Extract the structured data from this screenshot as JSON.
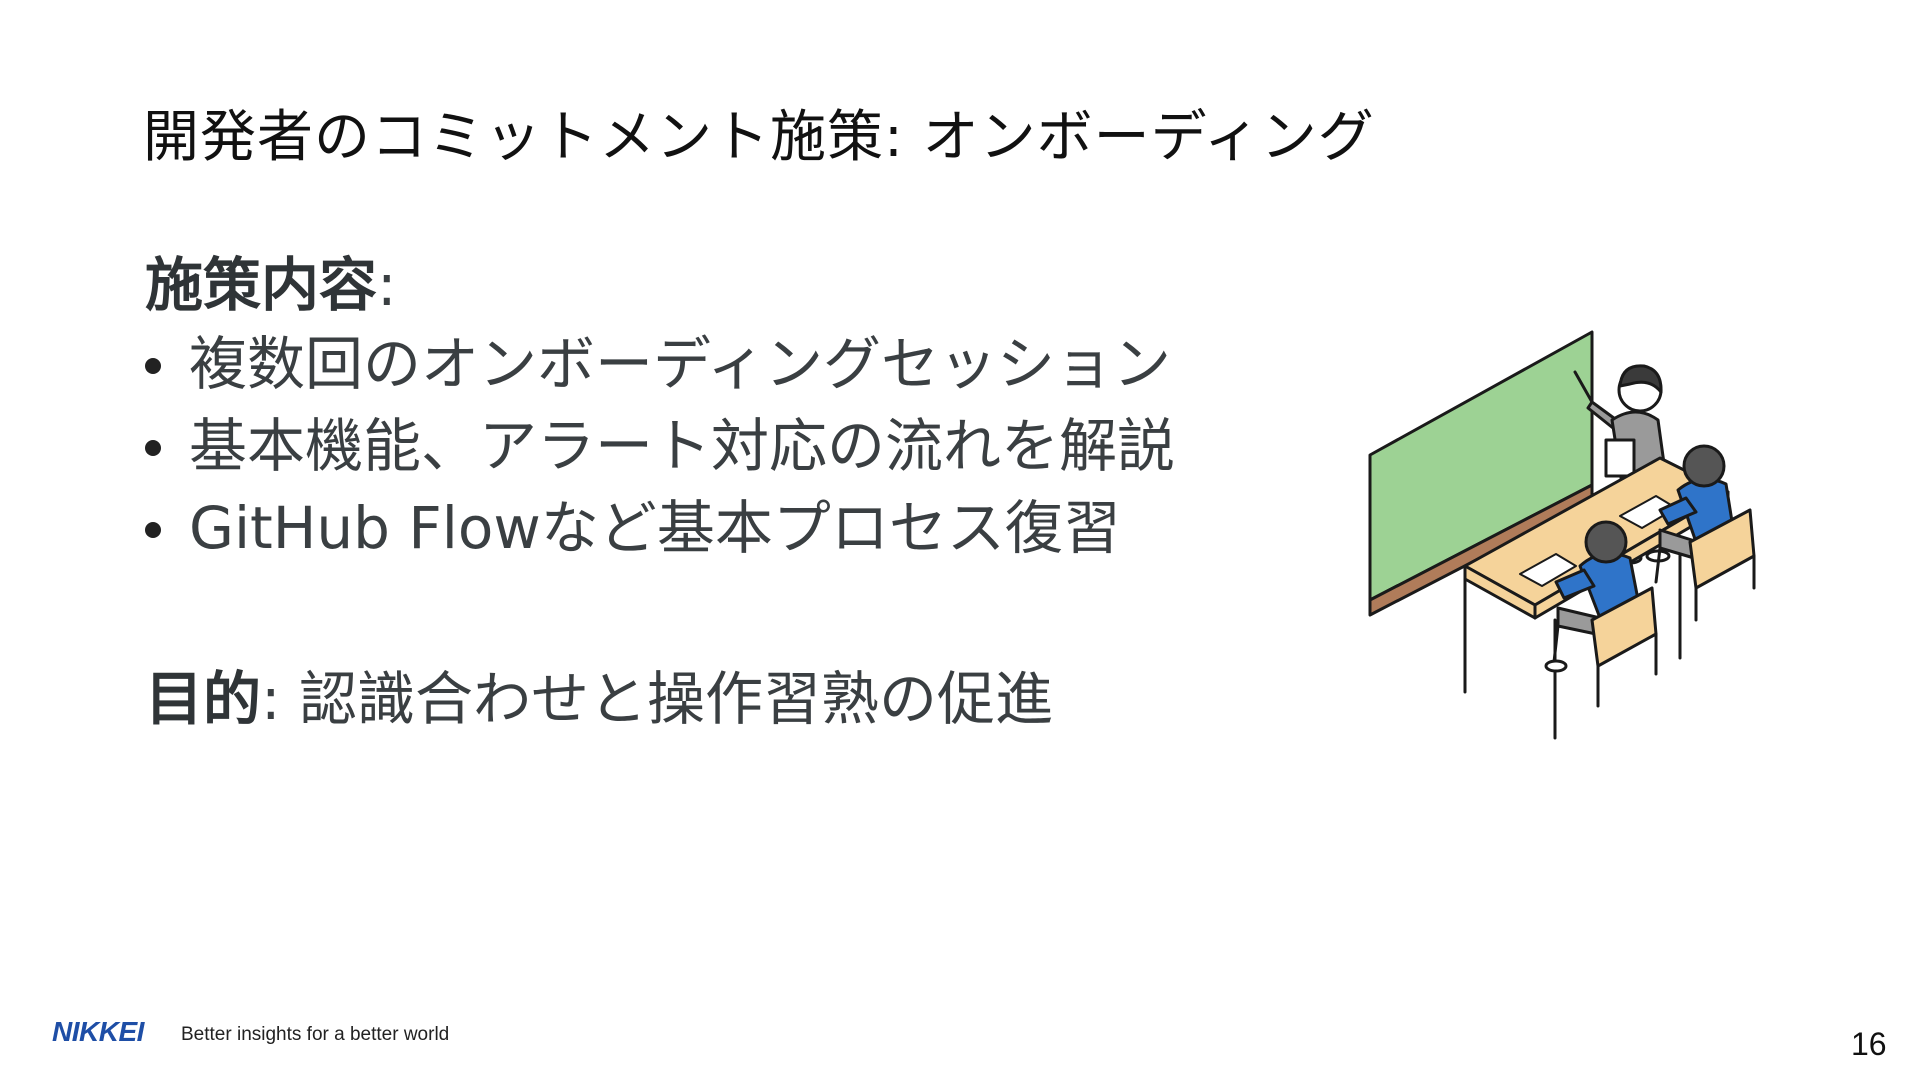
{
  "slide": {
    "title": "開発者のコミットメント施策: オンボーディング",
    "content_heading": "施策内容",
    "content_colon": ":",
    "bullets": [
      {
        "text": "複数回のオンボーディングセッション"
      },
      {
        "text": "基本機能、アラート対応の流れを解説"
      },
      {
        "text": "GitHub Flowなど基本プロセス復習"
      }
    ],
    "purpose_heading": "目的",
    "purpose_colon": ":",
    "purpose_text": "認識合わせと操作習熟の促進",
    "illustration": "classroom-lecture-illustration"
  },
  "footer": {
    "logo": "NIKKEI",
    "tagline": "Better insights for a better world",
    "page_number": "16"
  },
  "colors": {
    "board": "#9dd294",
    "board_rail": "#b07c5a",
    "desk": "#f5d39a",
    "student_uniform": "#2f74c9",
    "teacher_shirt": "#9a9a9a",
    "logo": "#1e4ea6"
  }
}
